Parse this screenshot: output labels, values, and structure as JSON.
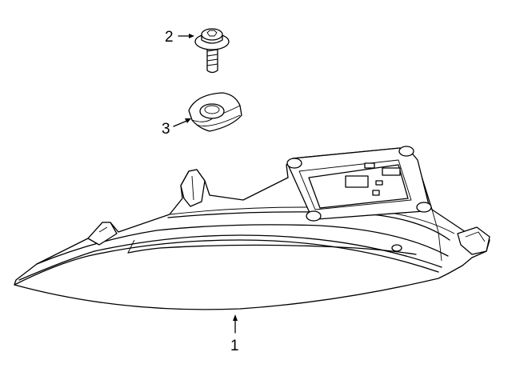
{
  "diagram": {
    "parts": [
      {
        "callout": "1",
        "name": "headlamp-assembly"
      },
      {
        "callout": "2",
        "name": "bolt"
      },
      {
        "callout": "3",
        "name": "clip-nut"
      }
    ]
  }
}
